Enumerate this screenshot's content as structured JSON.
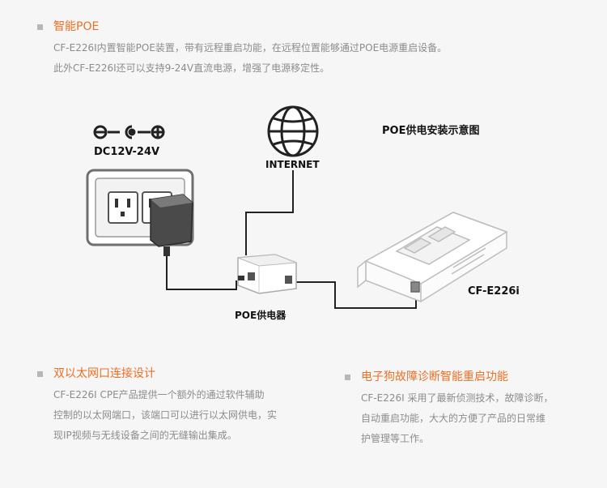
{
  "section_poe": {
    "title": "智能POE",
    "lines": [
      "CF-E226I内置智能POE装置，带有远程重启功能，在远程位置能够通过POE电源重启设备。",
      "此外CF-E226I还可以支持9-24V直流电源，增强了电源移定性。"
    ]
  },
  "diagram": {
    "title": "POE供电安装示意图",
    "internet_label": "INTERNET",
    "dc_label": "DC12V-24V",
    "injector_label": "POE供电器",
    "device_label": "CF-E226i"
  },
  "section_dual": {
    "title": "双以太网口连接设计",
    "lines": [
      "CF-E226I CPE产品提供一个额外的通过软件辅助",
      "控制的以太网端口，该端口可以进行以太网供电，实",
      "现IP视频与无线设备之间的无缝输出集成。"
    ]
  },
  "section_watchdog": {
    "title": "电子狗故障诊断智能重启功能",
    "lines": [
      "CF-E226I 采用了最新侦测技术，故障诊断，",
      "自动重启功能，大大的方便了产品的日常维",
      "护管理等工作。"
    ]
  },
  "colors": {
    "accent": "#ee6f24",
    "body_text": "#8c8c8c",
    "background": "#f6f6f6"
  }
}
